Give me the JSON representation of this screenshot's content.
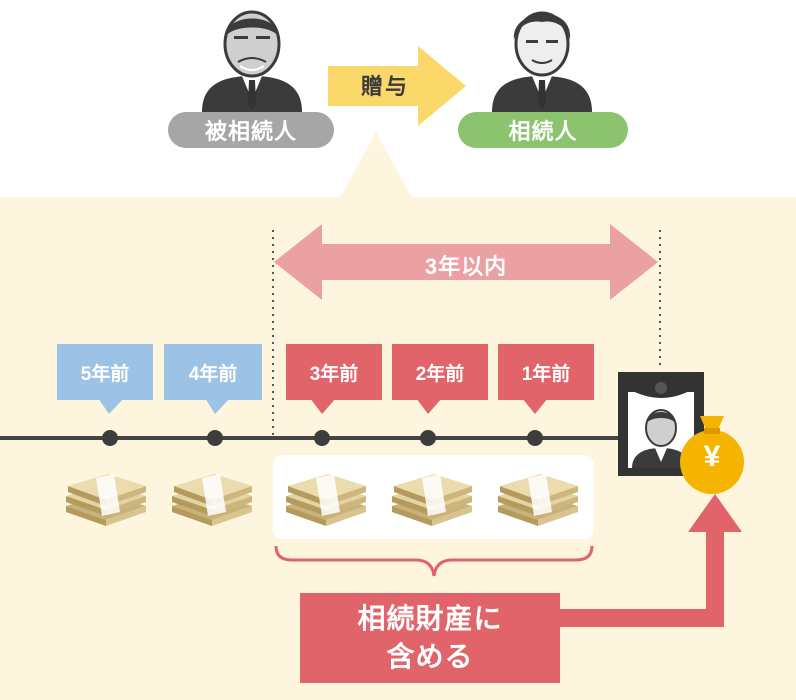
{
  "people": {
    "giver": {
      "label": "被相続人",
      "color": "#a6a6a6"
    },
    "receiver": {
      "label": "相続人",
      "color": "#8cc36f"
    }
  },
  "gift_arrow": {
    "label": "贈与",
    "color": "#fad86a"
  },
  "range": {
    "label": "3年以内",
    "color": "#eba0a4"
  },
  "timeline": [
    {
      "label": "5年前",
      "color": "#9cc3e6",
      "included": false
    },
    {
      "label": "4年前",
      "color": "#9cc3e6",
      "included": false
    },
    {
      "label": "3年前",
      "color": "#e06469",
      "included": true
    },
    {
      "label": "2年前",
      "color": "#e06469",
      "included": true
    },
    {
      "label": "1年前",
      "color": "#e06469",
      "included": true
    }
  ],
  "money_bag": {
    "symbol": "¥",
    "color": "#f5b400"
  },
  "result": {
    "line1": "相続財産に",
    "line2": "含める",
    "color": "#e06469"
  }
}
